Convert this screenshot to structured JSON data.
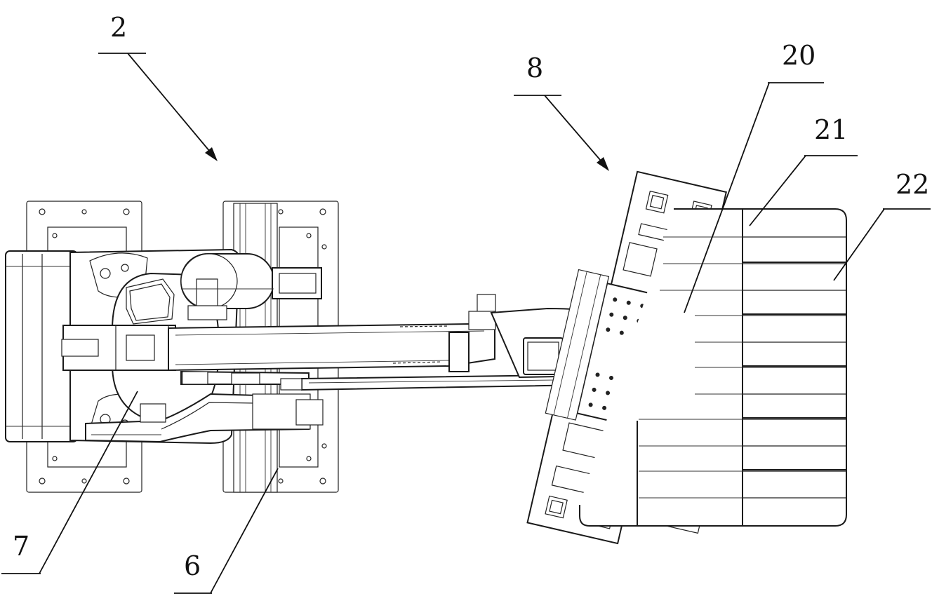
{
  "labels": {
    "robot": "2",
    "arm": "7",
    "rail": "6",
    "gripper": "8",
    "bracket": "20",
    "finger": "21",
    "tray": "22"
  }
}
